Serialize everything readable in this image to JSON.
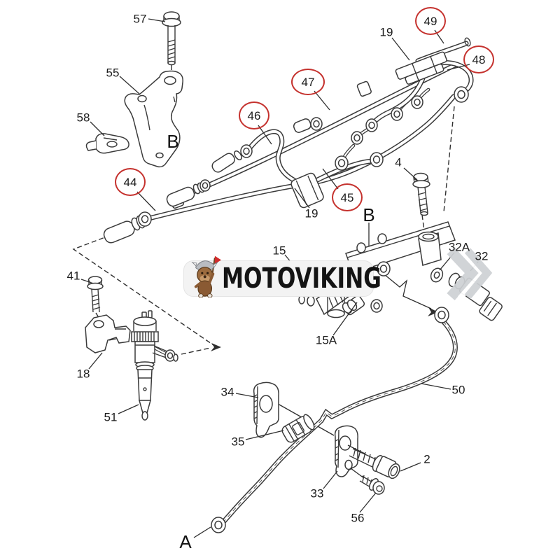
{
  "watermark": {
    "text": "MOTOVIKING",
    "icon": "viking-dog-logo",
    "background": "#f3f3f3",
    "text_color": "#141414",
    "flag_color": "#d22b2b"
  },
  "diagram": {
    "type": "exploded-parts-diagram",
    "subject": "fuel injection lines and fuel rail assembly",
    "line_color": "#3a3a3a",
    "highlight_circle_color": "#c5322e",
    "chevron_watermark_color": "#ced1d4",
    "highlighted_parts": [
      "44",
      "45",
      "46",
      "47",
      "48",
      "49"
    ],
    "callouts": {
      "n57": "57",
      "n55": "55",
      "n58": "58",
      "n44": "44",
      "n46": "46",
      "n47": "47",
      "n19a": "19",
      "n49": "49",
      "n48": "48",
      "n45": "45",
      "n19b": "19",
      "n4": "4",
      "n15": "15",
      "n32a": "32A",
      "n32": "32",
      "n15a": "15A",
      "n41": "41",
      "n18": "18",
      "n51": "51",
      "n34": "34",
      "n35": "35",
      "n33": "33",
      "n2": "2",
      "n56": "56",
      "n50": "50"
    },
    "letters": {
      "b_top": "B",
      "b_rail": "B",
      "a_bottom": "A"
    }
  }
}
